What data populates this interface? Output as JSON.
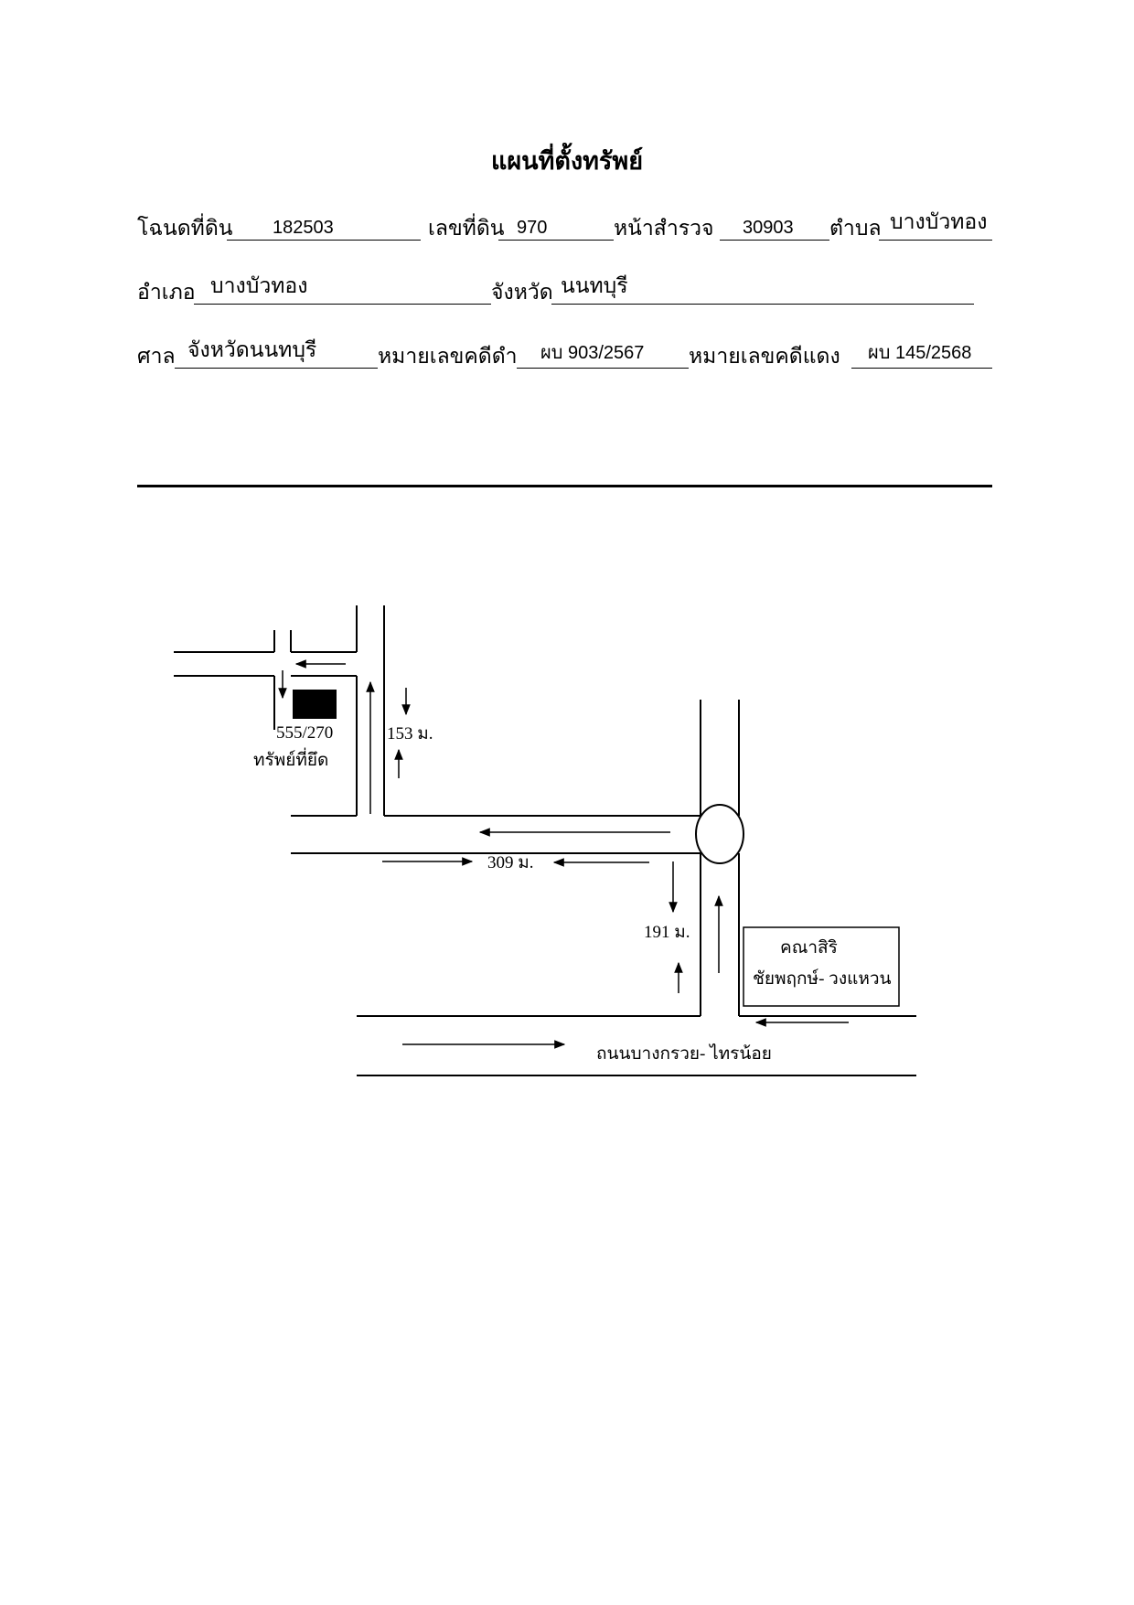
{
  "title": "แผนที่ตั้งทรัพย์",
  "form": {
    "deed_label": "โฉนดที่ดิน",
    "deed_value": "182503",
    "land_no_label": "เลขที่ดิน",
    "land_no_value": "970",
    "survey_label": "หน้าสำรวจ",
    "survey_value": "30903",
    "subdistrict_label": "ตำบล",
    "subdistrict_value": "บางบัวทอง",
    "district_label": "อำเภอ",
    "district_value": "บางบัวทอง",
    "province_label": "จังหวัด",
    "province_value": "นนทบุรี",
    "court_label": "ศาล",
    "court_value": "จังหวัดนนทบุรี",
    "black_case_label": "หมายเลขคดีดำ",
    "black_case_value": "ผบ 903/2567",
    "red_case_label": "หมายเลขคดีแดง",
    "red_case_value": "ผบ 145/2568"
  },
  "map": {
    "property_number": "555/270",
    "property_caption": "ทรัพย์ที่ยึด",
    "distance_1": "153 ม.",
    "distance_2": "309 ม.",
    "distance_3": "191 ม.",
    "landmark_line1": "คณาสิริ",
    "landmark_line2": "ชัยพฤกษ์- วงแหวน",
    "road_name": "ถนนบางกรวย- ไทรน้อย"
  }
}
